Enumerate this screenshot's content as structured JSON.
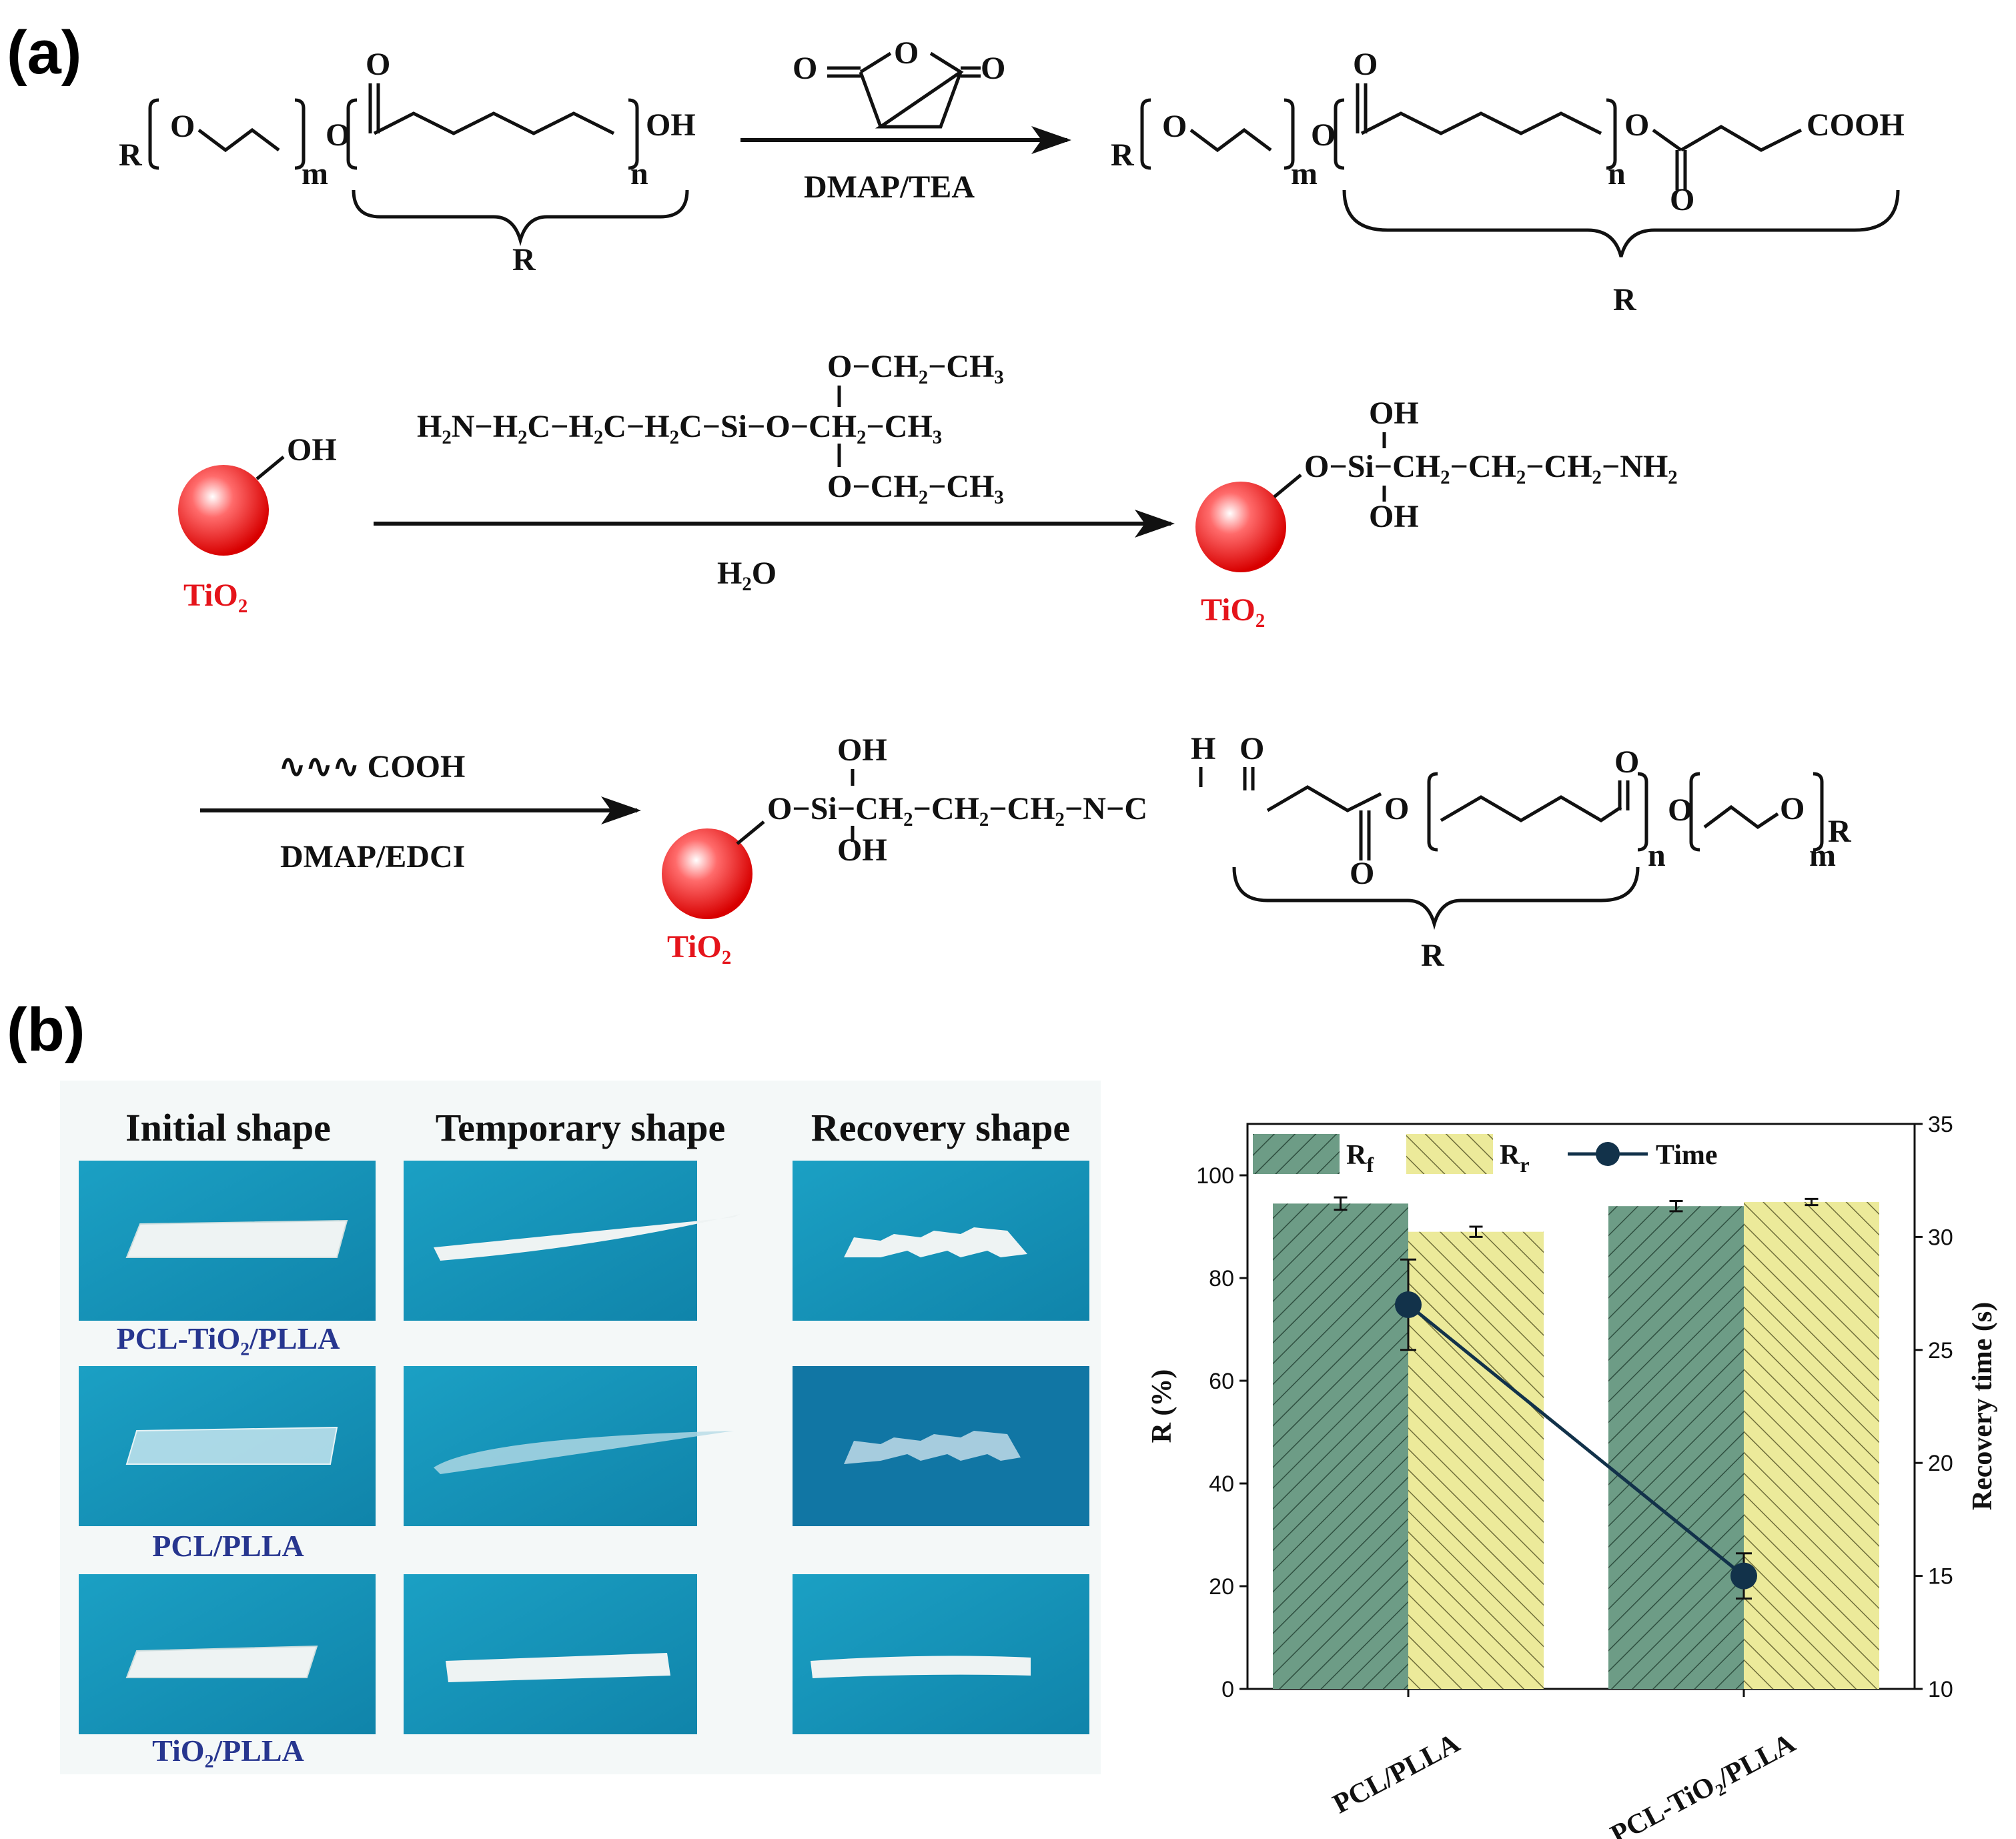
{
  "labels": {
    "panel_a": "(a)",
    "panel_b": "(b)"
  },
  "scheme": {
    "step1": {
      "reagent": "DMAP/TEA",
      "chain_R": "R",
      "chain_m": "m",
      "chain_n": "n",
      "oh": "OH",
      "o": "O",
      "cooh": "COOH",
      "brace_label": "R"
    },
    "step2": {
      "reagent_below": "H₂O",
      "silane_line1": "O−CH₂−CH₃",
      "silane_line2": "H₂N−H₂C−H₂C−H₂C−Si−O−CH₂−CH₃",
      "silane_line3": "O−CH₂−CH₃",
      "particle_oh": "OH",
      "particle_label": "TiO₂",
      "product_oh_top": "OH",
      "product_chain": "O−Si−CH₂−CH₂−CH₂−NH₂",
      "product_oh_bottom": "OH"
    },
    "step3": {
      "reagent_above": "∿∿∿ COOH",
      "reagent_below": "DMAP/EDCI",
      "oh_top": "OH",
      "chain": "O−Si−CH₂−CH₂−CH₂−N−C",
      "oh_bottom": "OH",
      "h": "H",
      "o_top": "O",
      "o_ester": "O",
      "o_bottom": "O",
      "brace_label": "R"
    }
  },
  "photos": {
    "headers": [
      "Initial shape",
      "Temporary shape",
      "Recovery shape"
    ],
    "rows": [
      {
        "label": "PCL-TiO₂/PLLA"
      },
      {
        "label": "PCL/PLLA"
      },
      {
        "label": "TiO₂/PLLA"
      }
    ]
  },
  "chart_data": {
    "type": "bar",
    "categories": [
      "PCL/PLLA",
      "PCL-TiO₂/PLLA"
    ],
    "series": [
      {
        "name": "Rf",
        "values": [
          94.5,
          94.0
        ],
        "errors": [
          1.2,
          1.0
        ],
        "color": "#6d9c86"
      },
      {
        "name": "Rr",
        "values": [
          89.0,
          94.8
        ],
        "errors": [
          1.0,
          0.6
        ],
        "color": "#ecea9a"
      },
      {
        "name": "Time",
        "type": "line",
        "axis": "right",
        "values": [
          27.0,
          15.0
        ],
        "errors": [
          2.0,
          1.0
        ],
        "color": "#12324a"
      }
    ],
    "legend": [
      "R",
      "R",
      "Time"
    ],
    "legend_subscripts": [
      "f",
      "r"
    ],
    "ylabel": "R (%)",
    "ylabel2": "Recovery time (s)",
    "ylim": [
      0,
      110
    ],
    "ylim2": [
      10,
      35
    ],
    "yticks": [
      0,
      20,
      40,
      60,
      80,
      100
    ],
    "yticks2": [
      10,
      15,
      20,
      25,
      30,
      35
    ],
    "legend_position": "top"
  }
}
